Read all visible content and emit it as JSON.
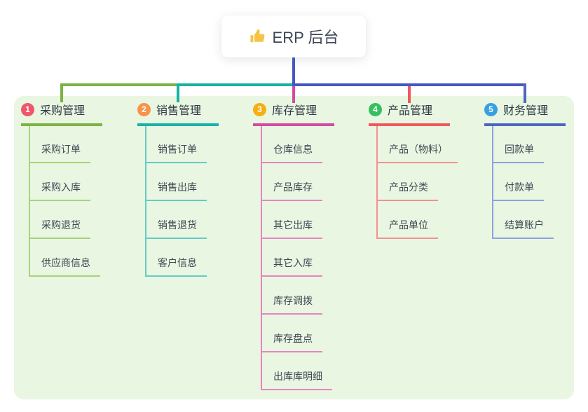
{
  "root": {
    "label": "ERP 后台",
    "icon": "thumbs-up-icon",
    "icon_color": "#f6c344"
  },
  "colors": {
    "panel_bg": "#e9f6e2",
    "root_line": "#4657c5",
    "card_bg": "#ffffff"
  },
  "branches": [
    {
      "number": "1",
      "title": "采购管理",
      "color": "#7cb342",
      "light_color": "#a6d37c",
      "badge_color": "#f1556c",
      "children": [
        "采购订单",
        "采购入库",
        "采购退货",
        "供应商信息"
      ]
    },
    {
      "number": "2",
      "title": "销售管理",
      "color": "#16b3a6",
      "light_color": "#63ccc3",
      "badge_color": "#f9924a",
      "children": [
        "销售订单",
        "销售出库",
        "销售退货",
        "客户信息"
      ]
    },
    {
      "number": "3",
      "title": "库存管理",
      "color": "#d24ba0",
      "light_color": "#e685c2",
      "badge_color": "#f8ad13",
      "children": [
        "仓库信息",
        "产品库存",
        "其它出库",
        "其它入库",
        "库存调拨",
        "库存盘点",
        "出库库明细"
      ]
    },
    {
      "number": "4",
      "title": "产品管理",
      "color": "#f0595c",
      "light_color": "#f5908f",
      "badge_color": "#35c05f",
      "children": [
        "产品（物料）",
        "产品分类",
        "产品单位"
      ]
    },
    {
      "number": "5",
      "title": "财务管理",
      "color": "#4e66c2",
      "light_color": "#8ba3da",
      "badge_color": "#36a0e0",
      "children": [
        "回款单",
        "付款单",
        "结算账户"
      ]
    }
  ]
}
